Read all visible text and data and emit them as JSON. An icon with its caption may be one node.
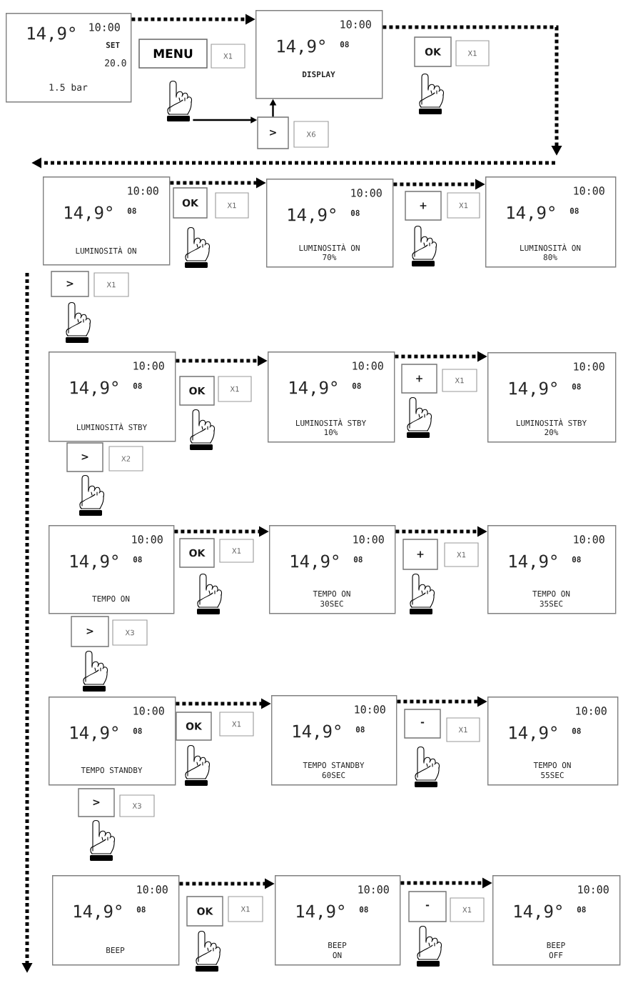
{
  "diagram": {
    "nodes": [
      {
        "text": [
          "10:00",
          "14,9°",
          "SET",
          "20.0",
          "1.5 bar"
        ]
      },
      {
        "text": [
          "MENU"
        ]
      },
      {
        "text": [
          "X1"
        ]
      },
      {
        "text": [],
        "shape": "picture"
      },
      {
        "text": [
          "10:00",
          "14,9°",
          "08",
          "DISPLAY"
        ]
      },
      {
        "text": [
          ">"
        ]
      },
      {
        "text": [
          "X6"
        ]
      },
      {
        "text": [
          "OK"
        ]
      },
      {
        "text": [
          "X1"
        ]
      },
      {
        "text": [
          "10:00",
          "14,9°",
          "08",
          "LUMINOSITÀ ON"
        ]
      },
      {
        "text": [
          "OK"
        ]
      },
      {
        "text": [
          "X1"
        ]
      },
      {
        "text": [
          "10:00",
          "14,9°",
          "08",
          "LUMINOSITÀ ON",
          "70%"
        ]
      },
      {
        "text": [
          "+"
        ]
      },
      {
        "text": [
          "X1"
        ]
      },
      {
        "text": [
          "10:00",
          "14,9°",
          "08",
          "LUMINOSITÀ ON",
          "80%"
        ]
      },
      {
        "text": [
          ">"
        ]
      },
      {
        "text": [
          "X1"
        ]
      },
      {
        "text": [
          "10:00",
          "14,9°",
          "08",
          "LUMINOSITÀ STBY"
        ]
      },
      {
        "text": [
          "OK"
        ]
      },
      {
        "text": [
          "X1"
        ]
      },
      {
        "text": [
          "10:00",
          "14,9°",
          "08",
          "LUMINOSITÀ STBY",
          "10%"
        ]
      },
      {
        "text": [
          "+"
        ]
      },
      {
        "text": [
          "X1"
        ]
      },
      {
        "text": [
          "10:00",
          "14,9°",
          "08",
          "LUMINOSITÀ STBY",
          "20%"
        ]
      },
      {
        "text": [
          ">"
        ]
      },
      {
        "text": [
          "X2"
        ]
      },
      {
        "text": [
          "10:00",
          "14,9°",
          "08",
          "TEMPO ON"
        ]
      },
      {
        "text": [
          "OK"
        ]
      },
      {
        "text": [
          "X1"
        ]
      },
      {
        "text": [
          "10:00",
          "14,9°",
          "08",
          "TEMPO ON",
          "30SEC"
        ]
      },
      {
        "text": [
          "+"
        ]
      },
      {
        "text": [
          "X1"
        ]
      },
      {
        "text": [
          "10:00",
          "14,9°",
          "08",
          "TEMPO ON",
          "35SEC"
        ]
      },
      {
        "text": [
          ">"
        ]
      },
      {
        "text": [
          "X3"
        ]
      },
      {
        "text": [
          "10:00",
          "14,9°",
          "08",
          "TEMPO STANDBY"
        ]
      },
      {
        "text": [
          "OK"
        ]
      },
      {
        "text": [
          "X1"
        ]
      },
      {
        "text": [
          "10:00",
          "14,9°",
          "08",
          "TEMPO STANDBY",
          "60SEC"
        ]
      },
      {
        "text": [
          "-"
        ]
      },
      {
        "text": [
          "X1"
        ]
      },
      {
        "text": [
          "10:00",
          "14,9°",
          "08",
          "TEMPO ON",
          "55SEC"
        ]
      },
      {
        "text": [
          ">"
        ]
      },
      {
        "text": [
          "X3"
        ]
      },
      {
        "text": [
          "10:00",
          "14,9°",
          "08",
          "BEEP"
        ]
      },
      {
        "text": [
          "OK"
        ]
      },
      {
        "text": [
          "X1"
        ]
      },
      {
        "text": [
          "10:00",
          "14,9°",
          "08",
          "BEEP",
          "ON"
        ]
      },
      {
        "text": [
          "-"
        ]
      },
      {
        "text": [
          "X1"
        ]
      },
      {
        "text": [
          "10:00",
          "14,9°",
          "08",
          "BEEP",
          "OFF"
        ]
      }
    ],
    "edges": [
      {
        "from": 0,
        "to": 4,
        "arrow": "to",
        "style": "dashed"
      },
      {
        "from": 3,
        "to": 5,
        "arrow": "to"
      },
      {
        "from": 5,
        "to": 4,
        "arrow": "to"
      },
      {
        "from": 4,
        "to": null,
        "arrow": "to",
        "style": "dashed"
      },
      {
        "from": 9,
        "to": 12,
        "arrow": "to",
        "style": "dashed"
      },
      {
        "from": 12,
        "to": 15,
        "arrow": "to",
        "style": "dashed"
      },
      {
        "from": 18,
        "to": 21,
        "arrow": "to",
        "style": "dashed"
      },
      {
        "from": 21,
        "to": 24,
        "arrow": "to",
        "style": "dashed"
      },
      {
        "from": 27,
        "to": 30,
        "arrow": "to",
        "style": "dashed"
      },
      {
        "from": 30,
        "to": 33,
        "arrow": "to",
        "style": "dashed"
      },
      {
        "from": 36,
        "to": 39,
        "arrow": "to",
        "style": "dashed"
      },
      {
        "from": 39,
        "to": 42,
        "arrow": "to",
        "style": "dashed"
      },
      {
        "from": 45,
        "to": 48,
        "arrow": "to",
        "style": "dashed"
      },
      {
        "from": 48,
        "to": 51,
        "arrow": "to",
        "style": "dashed"
      }
    ]
  }
}
